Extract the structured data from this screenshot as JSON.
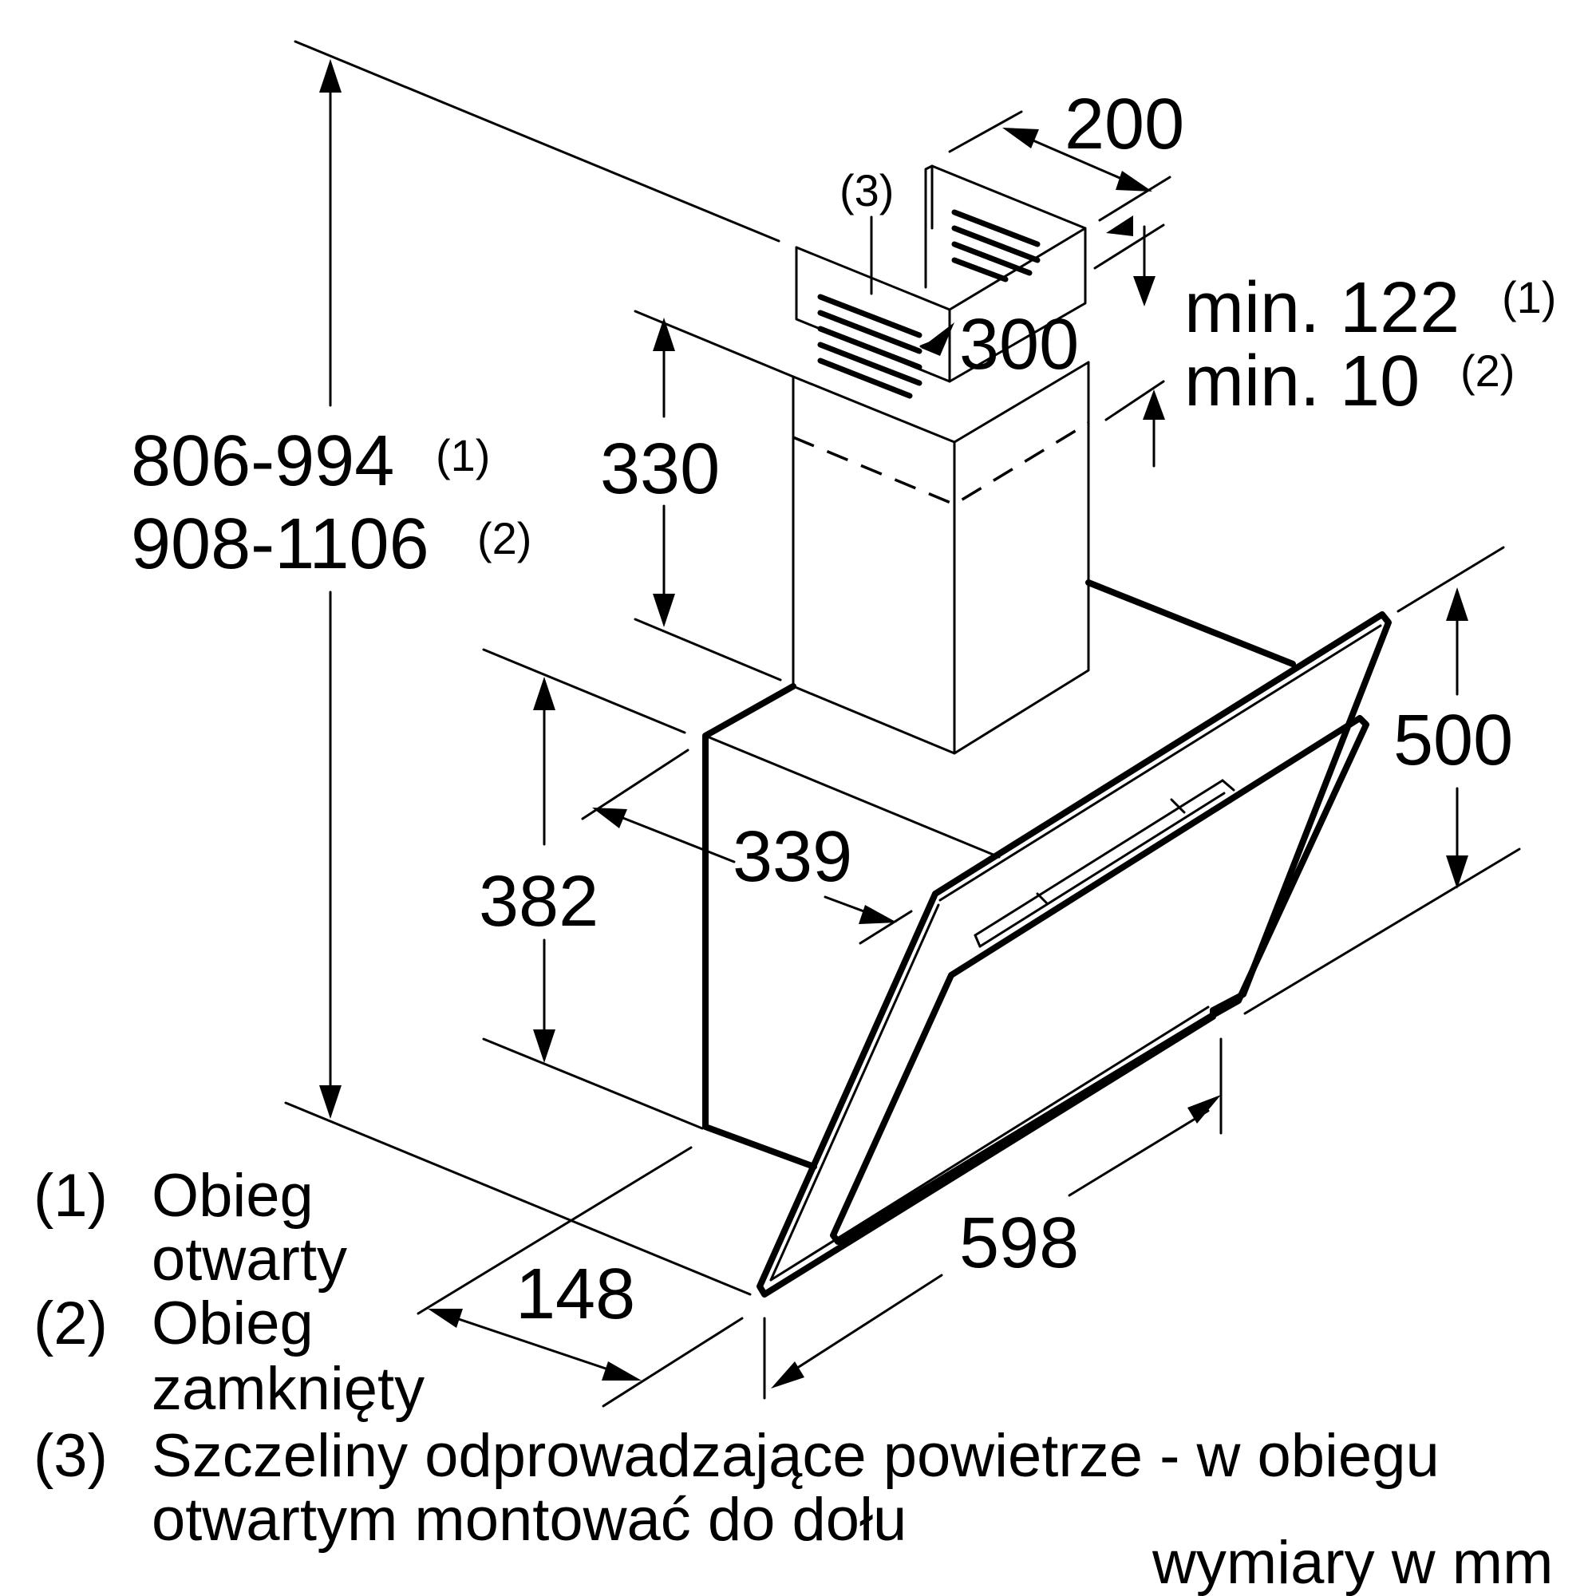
{
  "dimensions": {
    "height_open": "806-994",
    "height_open_note": "(1)",
    "height_closed": "908-1106",
    "height_closed_note": "(2)",
    "slots_callout": "(3)",
    "chimney_width": "200",
    "chimney_depth": "300",
    "chimney_height": "330",
    "min_open": "min. 122",
    "min_open_note": "(1)",
    "min_closed": "min. 10",
    "min_closed_note": "(2)",
    "hood_body_height": "382",
    "hood_depth": "339",
    "glass_height": "500",
    "hood_width": "598",
    "bottom_depth": "148"
  },
  "legend": [
    {
      "num": "(1)",
      "line1": "Obieg",
      "line2": "otwarty"
    },
    {
      "num": "(2)",
      "line1": "Obieg",
      "line2": "zamknięty"
    },
    {
      "num": "(3)",
      "line1": "Szczeliny odprowadzające powietrze - w obiegu",
      "line2": "otwartym montować do dołu"
    }
  ],
  "units_note": "wymiary w mm"
}
